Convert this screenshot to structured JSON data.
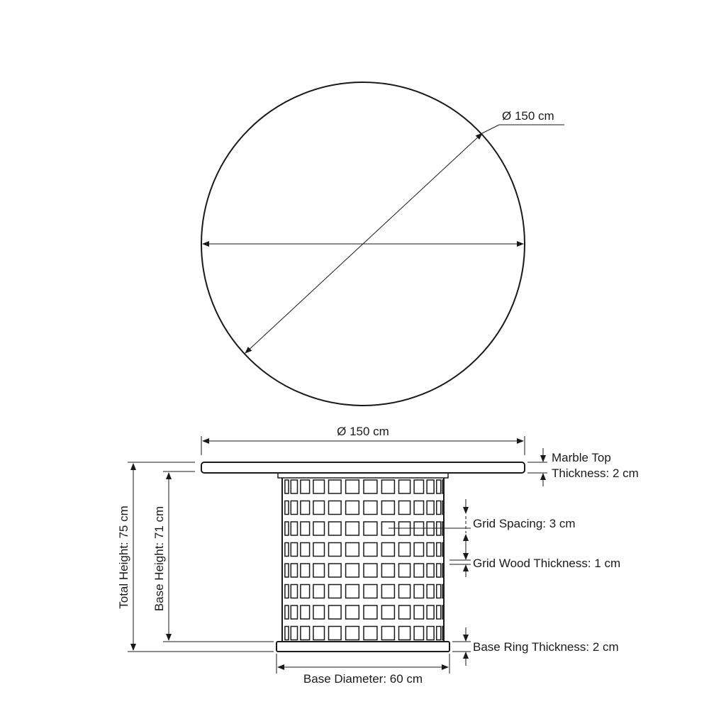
{
  "top_view": {
    "diameter_label": "Ø 150 cm"
  },
  "side_view": {
    "top_width_label": "Ø 150 cm",
    "marble_top_label_line1": "Marble Top",
    "marble_top_label_line2": "Thickness: 2 cm",
    "grid_spacing_label": "Grid Spacing: 3 cm",
    "grid_wood_thickness_label": "Grid Wood Thickness: 1 cm",
    "base_ring_label": "Base Ring Thickness: 2 cm",
    "base_diameter_label": "Base Diameter: 60 cm",
    "total_height_label": "Total Height: 75 cm",
    "base_height_label": "Base Height: 71 cm"
  },
  "colors": {
    "line": "#1a1a1a",
    "background": "#ffffff"
  }
}
